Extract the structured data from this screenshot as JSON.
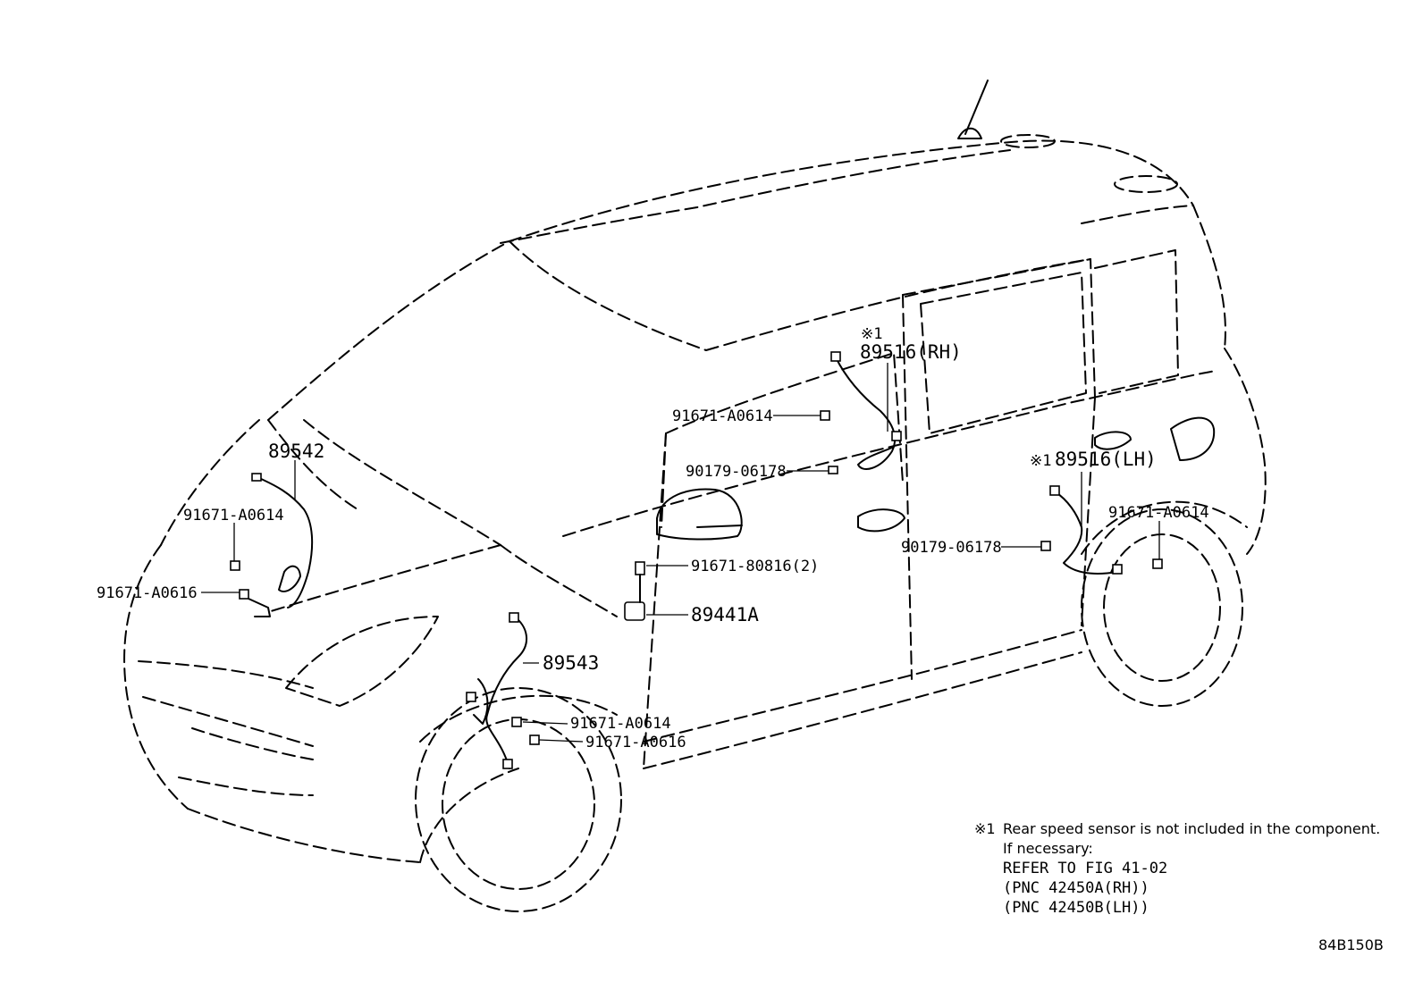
{
  "callouts": {
    "p89542": "89542",
    "p89543": "89543",
    "p89441A": "89441A",
    "p89516RH": "89516(RH)",
    "p89516LH": "89516(LH)",
    "mark_rh": "※1",
    "mark_lh": "※1",
    "f_rh_bolt": "91671-A0614",
    "f_rh_clip": "90179-06178",
    "f_front_l_bolt1": "91671-A0614",
    "f_front_l_bolt2": "91671-A0616",
    "f_front_r_bolt1": "91671-A0614",
    "f_front_r_bolt2": "91671-A0616",
    "f_sensor_bolt": "91671-80816(2)",
    "f_lh_clip": "90179-06178",
    "f_lh_bolt": "91671-A0614"
  },
  "footnote": {
    "mark": "※1",
    "line1": "Rear speed sensor is not included in the component.",
    "line2": "If necessary:",
    "line3": "REFER TO FIG 41-02",
    "line4": "(PNC 42450A(RH))",
    "line5": "(PNC 42450B(LH))"
  },
  "figure_code": "84B150B"
}
